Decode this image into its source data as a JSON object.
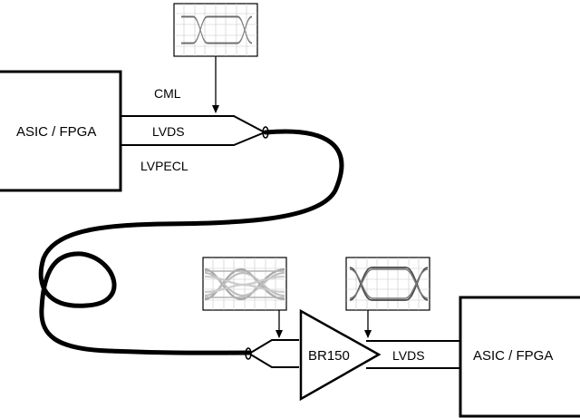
{
  "left_block": {
    "label": "ASIC / FPGA"
  },
  "right_block": {
    "label": "ASIC / FPGA"
  },
  "signal_labels": {
    "cml": "CML",
    "lvds": "LVDS",
    "lvpecl": "LVPECL"
  },
  "amplifier": {
    "label": "BR150"
  },
  "output_signal": {
    "label": "LVDS"
  },
  "eye_diagrams": [
    {
      "name": "transmit-eye",
      "quality": "clean",
      "color": "#555555"
    },
    {
      "name": "degraded-eye",
      "quality": "degraded",
      "color": "#9a9a9a"
    },
    {
      "name": "restored-eye",
      "quality": "clean",
      "color": "#444444"
    }
  ],
  "colors": {
    "line": "#000000",
    "grid": "#bfbfbf",
    "background": "#ffffff"
  }
}
